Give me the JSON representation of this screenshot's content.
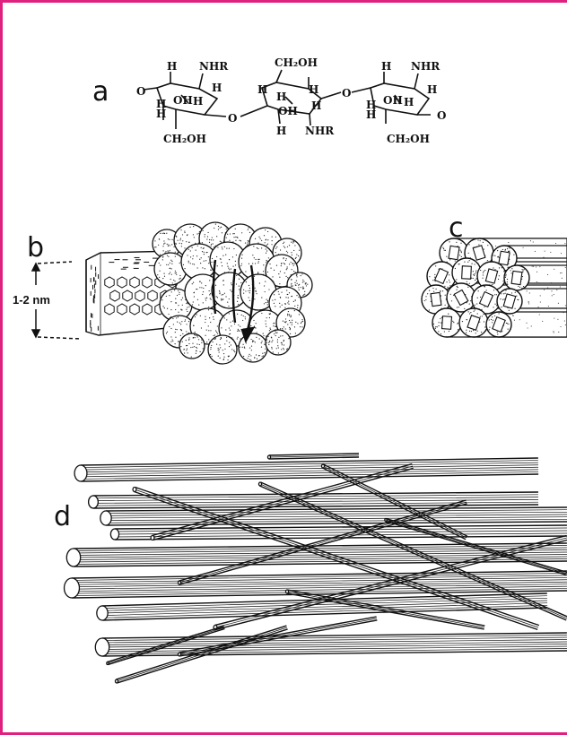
{
  "frame": {
    "border_color": "#e0207f"
  },
  "panels": {
    "a": {
      "label": "a"
    },
    "b": {
      "label": "b",
      "scale_label": "1-2 nm"
    },
    "c": {
      "label": "c"
    },
    "d": {
      "label": "d"
    }
  },
  "chem": {
    "h": "H",
    "oh": "OH",
    "nhr": "NHR",
    "ch2oh": "CH₂OH",
    "o": "O"
  }
}
